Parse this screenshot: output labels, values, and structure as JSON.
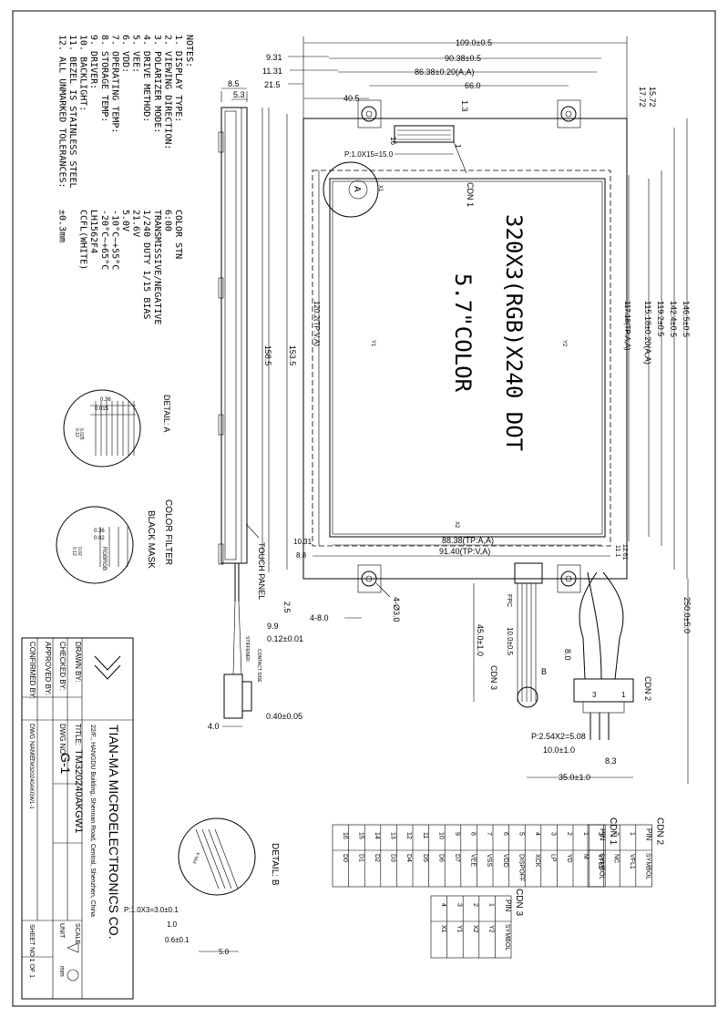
{
  "notes": {
    "heading": "NOTES:",
    "items": [
      {
        "label": "1. DISPLAY TYPE:",
        "value": "COLOR STN"
      },
      {
        "label": "2. VIEWING DIRECTION:",
        "value": "6:00"
      },
      {
        "label": "3. POLARIZER MODE:",
        "value": "TRANSMISSIVE/NEGATIVE"
      },
      {
        "label": "4. DRIVE METHOD:",
        "value": "1/240 DUTY 1/15 BIAS"
      },
      {
        "label": "5. VEE:",
        "value": "21.6V"
      },
      {
        "label": "6. VDD:",
        "value": "5.0V"
      },
      {
        "label": "7. OPERATING TEMP:",
        "value": "-10°C~+55°C"
      },
      {
        "label": "8. STORAGE TEMP:",
        "value": "-20°C~+65°C"
      },
      {
        "label": "9. DRIVER:",
        "value": "LH1562F4"
      },
      {
        "label": "10. BACKLIGHT:",
        "value": "CCFL(WHITE)"
      },
      {
        "label": "11. BEZEL IS STAINLESS STEEL",
        "value": ""
      },
      {
        "label": "12. ALL UNMARKED TOLERANCES:",
        "value": "±0.3mm"
      }
    ]
  },
  "display": {
    "line1": "320X3(RGB)X240 DOT",
    "line2": "5.7\"COLOR"
  },
  "dims": {
    "d109": "109.0±0.5",
    "d90": "90.38±0.5",
    "d86": "86.38±0.20(A,A)",
    "d66": "66.0",
    "d40": "40.5",
    "d13": "1.3",
    "d931": "9.31",
    "d1131": "11.31",
    "d215": "21.5",
    "d85": "8.5",
    "d53": "5.3",
    "d1572": "15.72",
    "d1772": "17.72",
    "d1465": "146.5±0.5",
    "d1424": "142.4±0.5",
    "d1192": "119.2±0.5",
    "d11518": "115.18±0.20(A,A)",
    "d11718": "117.18(TP:A,A)",
    "d1202": "120.2(TP:V,A)",
    "d1535": "153.5",
    "d1585": "158.5",
    "d8838": "88.38(TP:A,A)",
    "d9140": "91.40(TP:V,A)",
    "d1031": "10.31",
    "d88": "8.8",
    "d1261": "12.61",
    "d111": "11.1",
    "d25": "2.5",
    "d48": "4-8.0",
    "d430": "4-Ø3.0",
    "d99": "9.9",
    "d012": "0.12±0.01",
    "d040": "0.40±0.05",
    "d40b": "4.0",
    "d450": "45.0±1.0",
    "d100": "10.0±0.5",
    "d80": "8.0",
    "d2500": "250.0±5.0",
    "d254": "P:2.54X2=5.08",
    "d1010": "10.0±1.0",
    "d83": "8.3",
    "d350": "35.0±1.0",
    "p1": "P:1.0X15=15.0",
    "p3": "P:1.0X3=3.0±0.1",
    "d10b": "1.0",
    "d06": "0.6±0.1",
    "d50": "5.0",
    "d036": "0.36",
    "d015": "0.015",
    "d0025": "0.025",
    "d012b": "0.12",
    "d036c": "0.36",
    "d002": "0.02",
    "d002b": "0.02",
    "d012c": "0.12"
  },
  "labels": {
    "cdn1": "CDN 1",
    "cdn2": "CDN 2",
    "cdn3": "CDN 3",
    "fpc": "FPC",
    "touch": "TOUCH PANEL",
    "detail_a": "DETAIL: A",
    "detail_b": "DETAIL: B",
    "color_filter": "COLOR FILTER",
    "black_mask": "BLACK MASK",
    "a": "A",
    "b": "B",
    "x1": "X1",
    "x2": "X2",
    "y1": "Y1",
    "y2": "Y2",
    "n16": "16",
    "n1": "1",
    "stiffener": "STIFFENER",
    "contact": "CONTACT SIDE",
    "pin4": "PIN 4",
    "c3": "3",
    "c1": "1",
    "rgb": "RGBRGB"
  },
  "title_block": {
    "company": "TIAN-MA MICROELECTRONICS CO.",
    "address": "22/F., HANGDU Building, Shennan Road, Central, Shenzhen, China",
    "drawn": "DRAWN BY:",
    "checked": "CHECKED BY:",
    "approved": "APPROVED BY:",
    "confirmed": "CONFIRMED BY:",
    "title_label": "TITLE:",
    "title_value": "TM320240AKGW1",
    "dwg_no_label": "DWG NO:",
    "dwg_no_value": "G-1",
    "dwg_name_label": "DWG NAME:",
    "dwg_name_value": "TM320240AKGW1-1",
    "scale": "SCALE",
    "unit_label": "UNIT",
    "unit_value": "mm",
    "sheet": "SHEET NO 1 OF 1"
  },
  "pin_tables": {
    "cdn1": {
      "title": "CDN 1",
      "head_pin": "PIN",
      "head_sym": "SYMBOL",
      "rows": [
        {
          "pin": "1",
          "sym": "M"
        },
        {
          "pin": "2",
          "sym": "YD"
        },
        {
          "pin": "3",
          "sym": "LP"
        },
        {
          "pin": "4",
          "sym": "XCK"
        },
        {
          "pin": "5",
          "sym": "DISPOFF"
        },
        {
          "pin": "6",
          "sym": "VDD"
        },
        {
          "pin": "7",
          "sym": "VSS"
        },
        {
          "pin": "8",
          "sym": "VEE"
        },
        {
          "pin": "9",
          "sym": "D7"
        },
        {
          "pin": "10",
          "sym": "D6"
        },
        {
          "pin": "11",
          "sym": "D5"
        },
        {
          "pin": "12",
          "sym": "D4"
        },
        {
          "pin": "13",
          "sym": "D3"
        },
        {
          "pin": "14",
          "sym": "D2"
        },
        {
          "pin": "15",
          "sym": "D1"
        },
        {
          "pin": "16",
          "sym": "D0"
        }
      ]
    },
    "cdn2": {
      "title": "CDN 2",
      "head_pin": "PIN",
      "head_sym": "SYMBOL",
      "rows": [
        {
          "pin": "1",
          "sym": "VFL1"
        },
        {
          "pin": "2",
          "sym": "NC"
        },
        {
          "pin": "3",
          "sym": "VFL2"
        }
      ]
    },
    "cdn3": {
      "title": "CDN 3",
      "head_pin": "PIN",
      "head_sym": "SYMBOL",
      "rows": [
        {
          "pin": "1",
          "sym": "Y2"
        },
        {
          "pin": "2",
          "sym": "X2"
        },
        {
          "pin": "3",
          "sym": "Y1"
        },
        {
          "pin": "4",
          "sym": "X1"
        }
      ]
    }
  }
}
